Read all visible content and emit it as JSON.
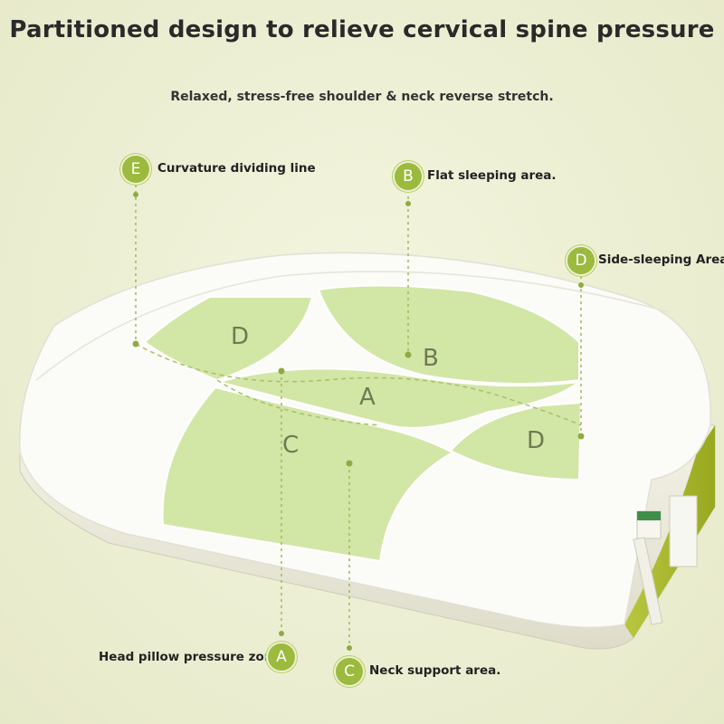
{
  "title": "Partitioned design to relieve cervical spine pressure",
  "subtitle": "Relaxed, stress-free shoulder & neck reverse stretch.",
  "callouts": [
    {
      "letter": "E",
      "text": "Curvature dividing line"
    },
    {
      "letter": "B",
      "text": "Flat sleeping area."
    },
    {
      "letter": "D",
      "text": "Side-sleeping Area"
    },
    {
      "letter": "A",
      "text": "Head pillow pressure zone"
    },
    {
      "letter": "C",
      "text": "Neck support area."
    }
  ],
  "zones": [
    "D",
    "B",
    "A",
    "C",
    "D"
  ],
  "colors": {
    "badge": "#9cba3e",
    "zone_fill": "#d2e6a6",
    "mesh": "#aab92a",
    "background": "#eef0d6"
  }
}
